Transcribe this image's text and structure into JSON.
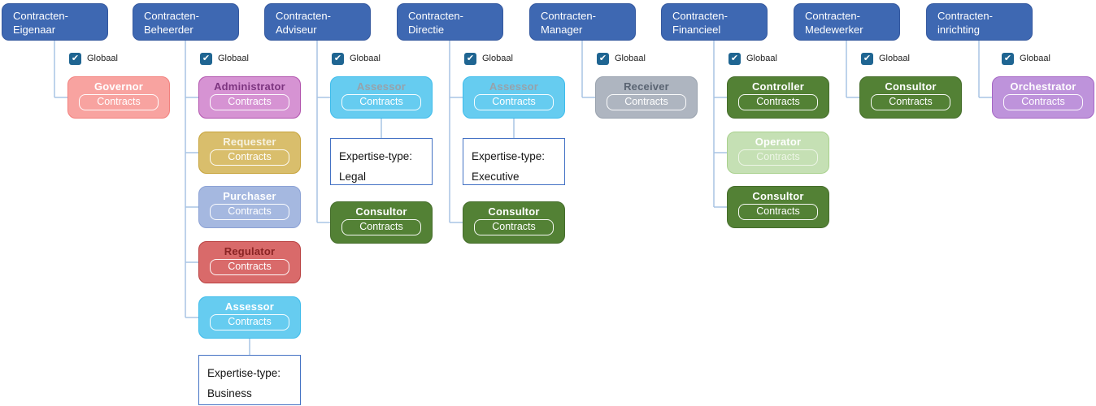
{
  "diagram": {
    "colors": {
      "header_fill": "#3E68B2",
      "header_border": "#35599F",
      "header_text": "#FFFFFF",
      "checkbox_fill": "#1F6592",
      "connector": "#A9C4E4",
      "note_border": "#4472C4",
      "background": "#FFFFFF"
    },
    "icons": {
      "checkmark": "✔"
    },
    "themes": {
      "salmon": {
        "fill": "#F8A3A0",
        "border": "#F2807D",
        "title": "#FFFFFF"
      },
      "orchid": {
        "fill": "#D693D3",
        "border": "#B152AD",
        "title": "#7D3580"
      },
      "gold": {
        "fill": "#D9BE6C",
        "border": "#C7A33B",
        "title": "#F7F3E2"
      },
      "periwinkle": {
        "fill": "#A5B8E0",
        "border": "#8CA2D5",
        "title": "#FFFFFF"
      },
      "red": {
        "fill": "#D96A6A",
        "border": "#B94040",
        "title": "#8A2424"
      },
      "cyan": {
        "fill": "#66CCF0",
        "border": "#3DBCEB",
        "title": "#FFFFFF"
      },
      "cyan_muted": {
        "fill": "#66CCF0",
        "border": "#3DBCEB",
        "title": "#96A2AB"
      },
      "gray": {
        "fill": "#AEB5C0",
        "border": "#99A2AE",
        "title": "#5A6472"
      },
      "green": {
        "fill": "#538135",
        "border": "#456D2B",
        "title": "#FFFFFF"
      },
      "green_light": {
        "fill": "#C5E0B4",
        "border": "#A9D18E",
        "title": "#FFFFFF",
        "sub_color": "#EDF5E6"
      },
      "purple": {
        "fill": "#BE93DB",
        "border": "#A566C4",
        "title": "#FFFFFF"
      }
    },
    "columns": [
      {
        "header": {
          "line1": "Contracten-",
          "line2": "Eigenaar"
        },
        "globaal": {
          "label": "Globaal",
          "checked": true
        },
        "nodes": [
          {
            "type": "role",
            "title": "Governor",
            "sub": "Contracts",
            "theme": "salmon"
          }
        ]
      },
      {
        "header": {
          "line1": "Contracten-",
          "line2": "Beheerder"
        },
        "globaal": {
          "label": "Globaal",
          "checked": true
        },
        "nodes": [
          {
            "type": "role",
            "title": "Administrator",
            "sub": "Contracts",
            "theme": "orchid"
          },
          {
            "type": "role",
            "title": "Requester",
            "sub": "Contracts",
            "theme": "gold"
          },
          {
            "type": "role",
            "title": "Purchaser",
            "sub": "Contracts",
            "theme": "periwinkle"
          },
          {
            "type": "role",
            "title": "Regulator",
            "sub": "Contracts",
            "theme": "red"
          },
          {
            "type": "role",
            "title": "Assessor",
            "sub": "Contracts",
            "theme": "cyan"
          },
          {
            "type": "note",
            "label": "Expertise-type:",
            "value": "Business"
          }
        ]
      },
      {
        "header": {
          "line1": "Contracten-",
          "line2": "Adviseur"
        },
        "globaal": {
          "label": "Globaal",
          "checked": true
        },
        "nodes": [
          {
            "type": "role",
            "title": "Assessor",
            "sub": "Contracts",
            "theme": "cyan_muted"
          },
          {
            "type": "note",
            "label": "Expertise-type:",
            "value": "Legal"
          },
          {
            "type": "role",
            "title": "Consultor",
            "sub": "Contracts",
            "theme": "green"
          }
        ]
      },
      {
        "header": {
          "line1": "Contracten-",
          "line2": "Directie"
        },
        "globaal": {
          "label": "Globaal",
          "checked": true
        },
        "nodes": [
          {
            "type": "role",
            "title": "Assessor",
            "sub": "Contracts",
            "theme": "cyan_muted"
          },
          {
            "type": "note",
            "label": "Expertise-type:",
            "value": "Executive"
          },
          {
            "type": "role",
            "title": "Consultor",
            "sub": "Contracts",
            "theme": "green"
          }
        ]
      },
      {
        "header": {
          "line1": "Contracten-",
          "line2": "Manager"
        },
        "globaal": {
          "label": "Globaal",
          "checked": true
        },
        "nodes": [
          {
            "type": "role",
            "title": "Receiver",
            "sub": "Contracts",
            "theme": "gray"
          }
        ]
      },
      {
        "header": {
          "line1": "Contracten-",
          "line2": "Financieel"
        },
        "globaal": {
          "label": "Globaal",
          "checked": true
        },
        "nodes": [
          {
            "type": "role",
            "title": "Controller",
            "sub": "Contracts",
            "theme": "green"
          },
          {
            "type": "role",
            "title": "Operator",
            "sub": "Contracts",
            "theme": "green_light"
          },
          {
            "type": "role",
            "title": "Consultor",
            "sub": "Contracts",
            "theme": "green"
          }
        ]
      },
      {
        "header": {
          "line1": "Contracten-",
          "line2": "Medewerker"
        },
        "globaal": {
          "label": "Globaal",
          "checked": true
        },
        "nodes": [
          {
            "type": "role",
            "title": "Consultor",
            "sub": "Contracts",
            "theme": "green"
          }
        ]
      },
      {
        "header": {
          "line1": "Contracten-",
          "line2": "inrichting"
        },
        "globaal": {
          "label": "Globaal",
          "checked": true
        },
        "nodes": [
          {
            "type": "role",
            "title": "Orchestrator",
            "sub": "Contracts",
            "theme": "purple"
          }
        ]
      }
    ]
  }
}
